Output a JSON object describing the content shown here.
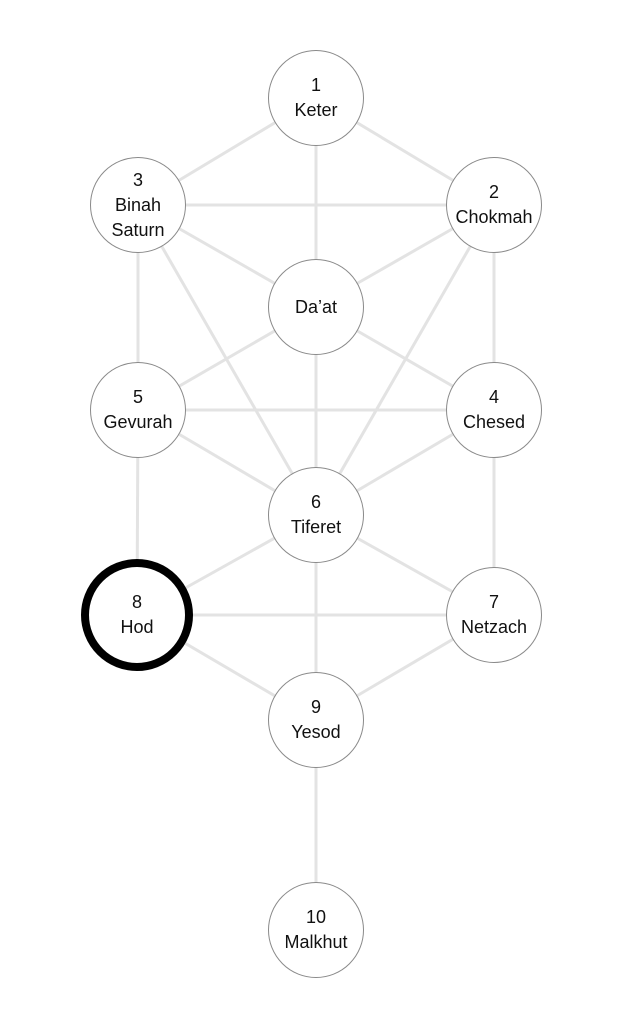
{
  "line_color": "#e3e3e3",
  "highlight_color": "#000000",
  "nodes": [
    {
      "id": "keter",
      "number": "1",
      "name": "Keter",
      "extra": ""
    },
    {
      "id": "binah",
      "number": "3",
      "name": "Binah",
      "extra": "Saturn"
    },
    {
      "id": "chokmah",
      "number": "2",
      "name": "Chokmah",
      "extra": ""
    },
    {
      "id": "daat",
      "number": "",
      "name": "Da’at",
      "extra": ""
    },
    {
      "id": "gevurah",
      "number": "5",
      "name": "Gevurah",
      "extra": ""
    },
    {
      "id": "chesed",
      "number": "4",
      "name": "Chesed",
      "extra": ""
    },
    {
      "id": "tiferet",
      "number": "6",
      "name": "Tiferet",
      "extra": ""
    },
    {
      "id": "hod",
      "number": "8",
      "name": "Hod",
      "extra": "",
      "highlighted": true
    },
    {
      "id": "netzach",
      "number": "7",
      "name": "Netzach",
      "extra": ""
    },
    {
      "id": "yesod",
      "number": "9",
      "name": "Yesod",
      "extra": ""
    },
    {
      "id": "malkhut",
      "number": "10",
      "name": "Malkhut",
      "extra": ""
    }
  ],
  "edges": [
    [
      "keter",
      "binah"
    ],
    [
      "keter",
      "chokmah"
    ],
    [
      "keter",
      "daat"
    ],
    [
      "binah",
      "chokmah"
    ],
    [
      "binah",
      "daat"
    ],
    [
      "chokmah",
      "daat"
    ],
    [
      "binah",
      "gevurah"
    ],
    [
      "binah",
      "tiferet"
    ],
    [
      "chokmah",
      "chesed"
    ],
    [
      "chokmah",
      "tiferet"
    ],
    [
      "daat",
      "gevurah"
    ],
    [
      "daat",
      "chesed"
    ],
    [
      "daat",
      "tiferet"
    ],
    [
      "gevurah",
      "chesed"
    ],
    [
      "gevurah",
      "tiferet"
    ],
    [
      "chesed",
      "tiferet"
    ],
    [
      "gevurah",
      "hod"
    ],
    [
      "chesed",
      "netzach"
    ],
    [
      "tiferet",
      "hod"
    ],
    [
      "tiferet",
      "netzach"
    ],
    [
      "tiferet",
      "yesod"
    ],
    [
      "hod",
      "netzach"
    ],
    [
      "hod",
      "yesod"
    ],
    [
      "netzach",
      "yesod"
    ],
    [
      "yesod",
      "malkhut"
    ]
  ]
}
